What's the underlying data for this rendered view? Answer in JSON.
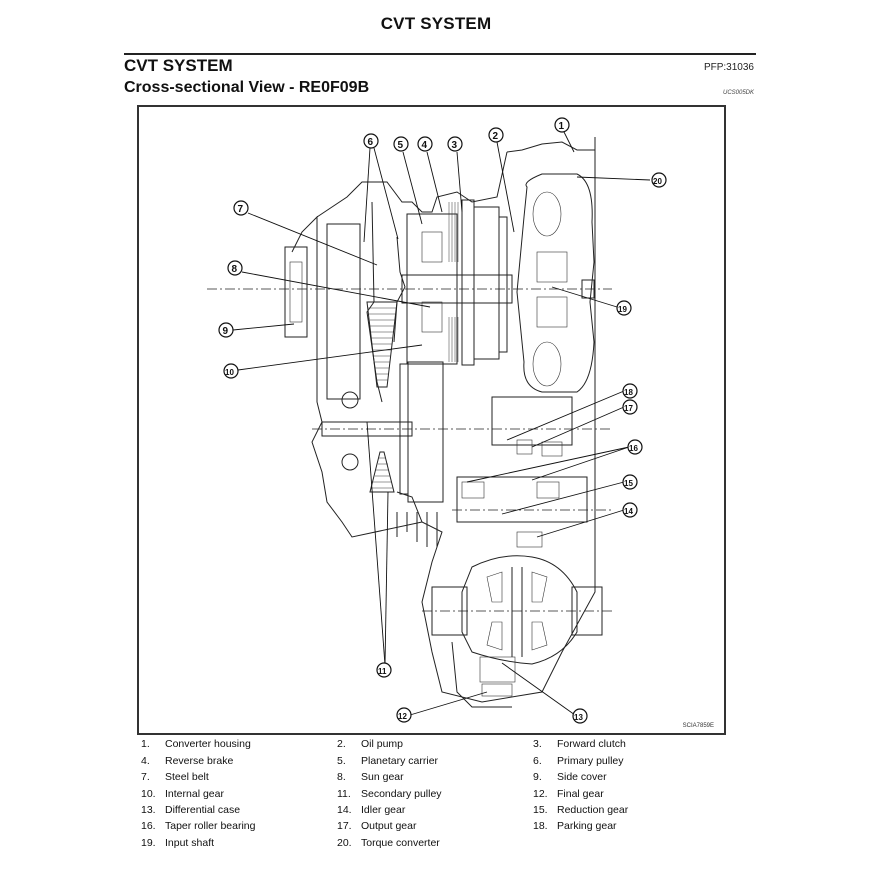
{
  "header": {
    "page_title": "CVT SYSTEM",
    "section_title": "CVT SYSTEM",
    "pfp_code": "PFP:31036",
    "subtitle": "Cross-sectional View - RE0F09B",
    "reference_code": "UCS005DK"
  },
  "figure": {
    "figure_id": "SCIA7859E",
    "callouts": [
      "1",
      "2",
      "3",
      "4",
      "5",
      "6",
      "7",
      "8",
      "9",
      "10",
      "11",
      "12",
      "13",
      "14",
      "15",
      "16",
      "17",
      "18",
      "19",
      "20"
    ]
  },
  "legend": {
    "items": [
      {
        "num": "1.",
        "label": "Converter housing"
      },
      {
        "num": "2.",
        "label": "Oil pump"
      },
      {
        "num": "3.",
        "label": "Forward clutch"
      },
      {
        "num": "4.",
        "label": "Reverse brake"
      },
      {
        "num": "5.",
        "label": "Planetary carrier"
      },
      {
        "num": "6.",
        "label": "Primary pulley"
      },
      {
        "num": "7.",
        "label": "Steel belt"
      },
      {
        "num": "8.",
        "label": "Sun gear"
      },
      {
        "num": "9.",
        "label": "Side cover"
      },
      {
        "num": "10.",
        "label": "Internal gear"
      },
      {
        "num": "11.",
        "label": "Secondary pulley"
      },
      {
        "num": "12.",
        "label": "Final gear"
      },
      {
        "num": "13.",
        "label": "Differential case"
      },
      {
        "num": "14.",
        "label": "Idler gear"
      },
      {
        "num": "15.",
        "label": "Reduction gear"
      },
      {
        "num": "16.",
        "label": "Taper roller bearing"
      },
      {
        "num": "17.",
        "label": "Output gear"
      },
      {
        "num": "18.",
        "label": "Parking gear"
      },
      {
        "num": "19.",
        "label": "Input shaft"
      },
      {
        "num": "20.",
        "label": "Torque converter"
      }
    ]
  }
}
